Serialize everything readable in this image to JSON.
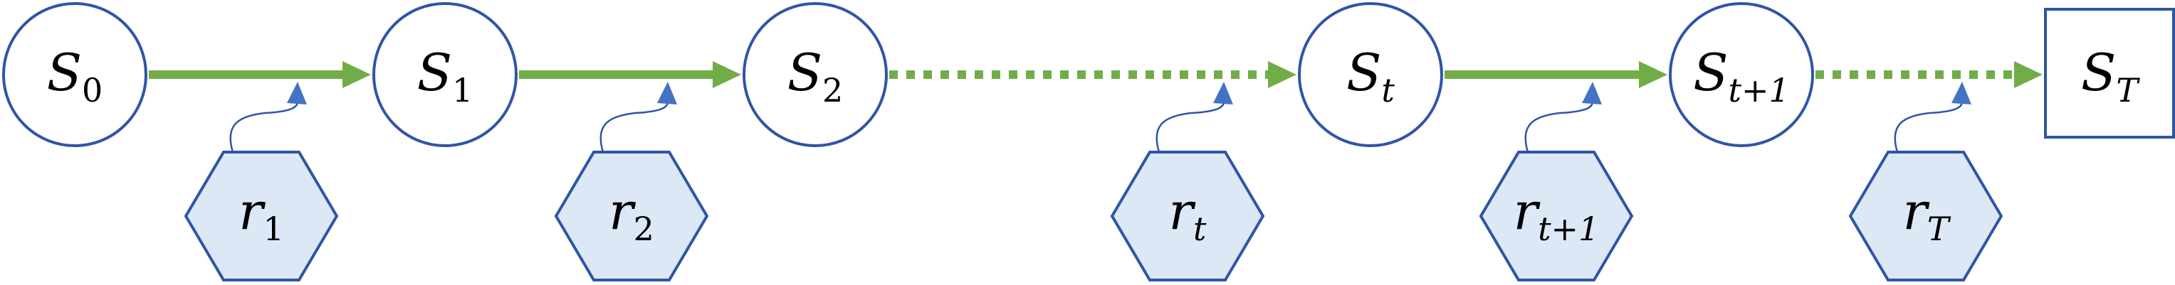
{
  "colors": {
    "node_stroke": "#2f55a4",
    "reward_fill": "#dce8f6",
    "arrow_green": "#70ad47",
    "curve_blue": "#2f55a4",
    "arrowhead_blue": "#4472c4"
  },
  "states": [
    {
      "id": "s0",
      "base": "S",
      "sub": "0",
      "shape": "circle"
    },
    {
      "id": "s1",
      "base": "S",
      "sub": "1",
      "shape": "circle"
    },
    {
      "id": "s2",
      "base": "S",
      "sub": "2",
      "shape": "circle"
    },
    {
      "id": "st",
      "base": "S",
      "sub": "t",
      "shape": "circle"
    },
    {
      "id": "st1",
      "base": "S",
      "sub": "t+1",
      "shape": "circle"
    },
    {
      "id": "sT",
      "base": "S",
      "sub": "T",
      "shape": "square"
    }
  ],
  "rewards": [
    {
      "id": "r1",
      "base": "r",
      "sub": "1"
    },
    {
      "id": "r2",
      "base": "r",
      "sub": "2"
    },
    {
      "id": "rt",
      "base": "r",
      "sub": "t"
    },
    {
      "id": "rt1",
      "base": "r",
      "sub": "t+1"
    },
    {
      "id": "rT",
      "base": "r",
      "sub": "T"
    }
  ],
  "transitions": [
    {
      "from": "s0",
      "to": "s1",
      "style": "solid",
      "reward": "r1"
    },
    {
      "from": "s1",
      "to": "s2",
      "style": "solid",
      "reward": "r2"
    },
    {
      "from": "s2",
      "to": "st",
      "style": "dotted",
      "reward": "rt"
    },
    {
      "from": "st",
      "to": "st1",
      "style": "solid",
      "reward": "rt1"
    },
    {
      "from": "st1",
      "to": "sT",
      "style": "dotted",
      "reward": "rT"
    }
  ]
}
